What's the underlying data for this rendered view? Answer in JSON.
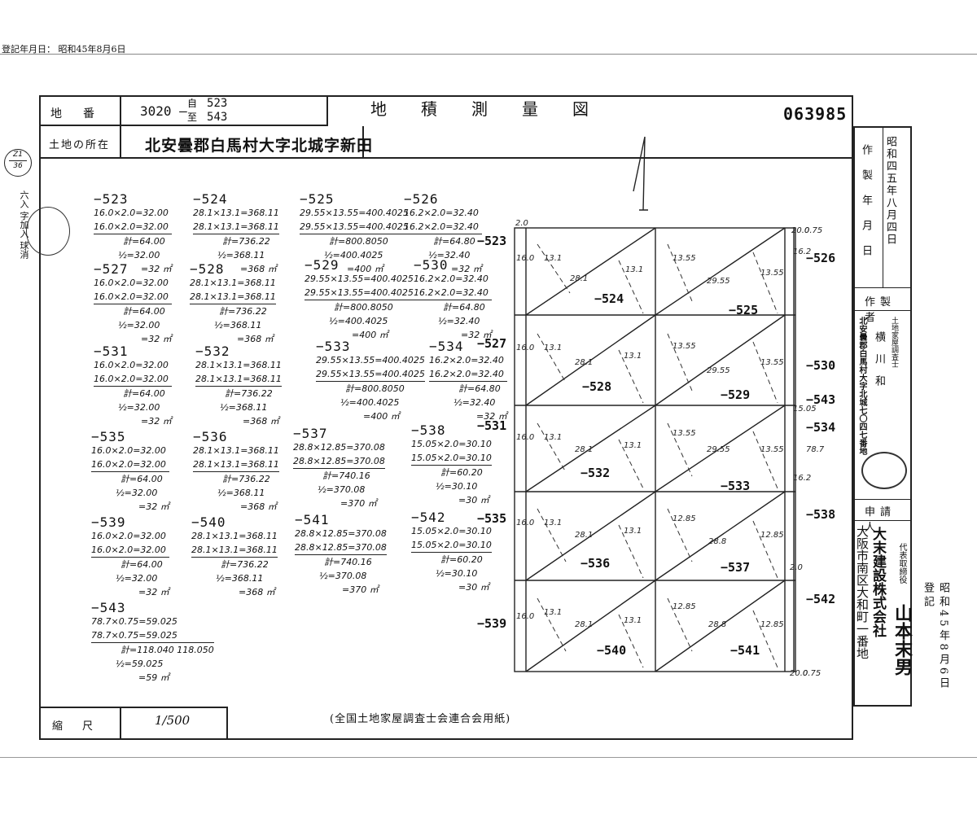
{
  "registration_date_line": "登記年月日： 昭和45年8月6日",
  "header": {
    "parcel_label": "地番",
    "parcel_base": "3020 —",
    "from_mark": "自",
    "from_no": "523",
    "to_mark": "至",
    "to_no": "543",
    "title": "地積測量図",
    "doc_number": "063985"
  },
  "location": {
    "label": "土地の所在",
    "value": "北安曇郡白馬村大字北城字新田"
  },
  "left_margin": {
    "circle_ref_top": "Z1",
    "circle_ref_bottom": "36",
    "stamp_text": "六入 字加入 球消"
  },
  "right_panel": {
    "date_value": "昭和四五年八月四日",
    "date_label": "作製年月日",
    "creator_label": "作製者",
    "creator_address": "北安曇郡白馬村大字北城七〇四七番地",
    "creator_title": "土地家屋調査士",
    "creator_name": "横川和",
    "applicant_label": "申請人",
    "applicant_address": "大阪市南区大和町一番地",
    "applicant_company": "大末建設株式会社",
    "applicant_role": "代表取締役",
    "applicant_name": "山本末男",
    "registration_stamp": "昭和45年8月6日登記"
  },
  "calculations": [
    {
      "id": "−523",
      "lines": [
        "16.0×2.0=32.00",
        "16.0×2.0=32.00",
        "計=64.00",
        "½=32.00",
        "=32 ㎡"
      ]
    },
    {
      "id": "−524",
      "lines": [
        "28.1×13.1=368.11",
        "28.1×13.1=368.11",
        "計=736.22",
        "½=368.11",
        "=368 ㎡"
      ]
    },
    {
      "id": "−525",
      "lines": [
        "29.55×13.55=400.4025",
        "29.55×13.55=400.4025",
        "計=800.8050",
        "½=400.4025",
        "=400 ㎡"
      ]
    },
    {
      "id": "−526",
      "lines": [
        "16.2×2.0=32.40",
        "16.2×2.0=32.40",
        "計=64.80",
        "½=32.40",
        "=32 ㎡"
      ]
    },
    {
      "id": "−527",
      "lines": [
        "16.0×2.0=32.00",
        "16.0×2.0=32.00",
        "計=64.00",
        "½=32.00",
        "=32 ㎡"
      ]
    },
    {
      "id": "−528",
      "lines": [
        "28.1×13.1=368.11",
        "28.1×13.1=368.11",
        "計=736.22",
        "½=368.11",
        "=368 ㎡"
      ]
    },
    {
      "id": "−529",
      "lines": [
        "29.55×13.55=400.4025",
        "29.55×13.55=400.4025",
        "計=800.8050",
        "½=400.4025",
        "=400 ㎡"
      ]
    },
    {
      "id": "−530",
      "lines": [
        "16.2×2.0=32.40",
        "16.2×2.0=32.40",
        "計=64.80",
        "½=32.40",
        "=32 ㎡"
      ]
    },
    {
      "id": "−531",
      "lines": [
        "16.0×2.0=32.00",
        "16.0×2.0=32.00",
        "計=64.00",
        "½=32.00",
        "=32 ㎡"
      ]
    },
    {
      "id": "−532",
      "lines": [
        "28.1×13.1=368.11",
        "28.1×13.1=368.11",
        "計=736.22",
        "½=368.11",
        "=368 ㎡"
      ]
    },
    {
      "id": "−533",
      "lines": [
        "29.55×13.55=400.4025",
        "29.55×13.55=400.4025",
        "計=800.8050",
        "½=400.4025",
        "=400 ㎡"
      ]
    },
    {
      "id": "−534",
      "lines": [
        "16.2×2.0=32.40",
        "16.2×2.0=32.40",
        "計=64.80",
        "½=32.40",
        "=32 ㎡"
      ]
    },
    {
      "id": "−535",
      "lines": [
        "16.0×2.0=32.00",
        "16.0×2.0=32.00",
        "計=64.00",
        "½=32.00",
        "=32 ㎡"
      ]
    },
    {
      "id": "−536",
      "lines": [
        "28.1×13.1=368.11",
        "28.1×13.1=368.11",
        "計=736.22",
        "½=368.11",
        "=368 ㎡"
      ]
    },
    {
      "id": "−537",
      "lines": [
        "28.8×12.85=370.08",
        "28.8×12.85=370.08",
        "計=740.16",
        "½=370.08",
        "=370 ㎡"
      ]
    },
    {
      "id": "−538",
      "lines": [
        "15.05×2.0=30.10",
        "15.05×2.0=30.10",
        "計=60.20",
        "½=30.10",
        "=30 ㎡"
      ]
    },
    {
      "id": "−539",
      "lines": [
        "16.0×2.0=32.00",
        "16.0×2.0=32.00",
        "計=64.00",
        "½=32.00",
        "=32 ㎡"
      ]
    },
    {
      "id": "−540",
      "lines": [
        "28.1×13.1=368.11",
        "28.1×13.1=368.11",
        "計=736.22",
        "½=368.11",
        "=368 ㎡"
      ]
    },
    {
      "id": "−541",
      "lines": [
        "28.8×12.85=370.08",
        "28.8×12.85=370.08",
        "計=740.16",
        "½=370.08",
        "=370 ㎡"
      ]
    },
    {
      "id": "−542",
      "lines": [
        "15.05×2.0=30.10",
        "15.05×2.0=30.10",
        "計=60.20",
        "½=30.10",
        "=30 ㎡"
      ]
    },
    {
      "id": "−543",
      "lines": [
        "78.7×0.75=59.025",
        "78.7×0.75=59.025",
        "計=118.040 118.050",
        "½=59.025",
        "=59 ㎡"
      ]
    }
  ],
  "plan": {
    "parcel_labels": [
      "−524",
      "−525",
      "−528",
      "−529",
      "−532",
      "−533",
      "−536",
      "−537",
      "−540",
      "−541"
    ],
    "edge_labels": [
      "−523",
      "−527",
      "−531",
      "−535",
      "−539",
      "−526",
      "−530",
      "−543",
      "−534",
      "−538",
      "−542"
    ],
    "dimensions": [
      "2.0",
      "20.0",
      "0.75",
      "16.0",
      "13.1",
      "28.1",
      "13.55",
      "29.55",
      "12.85",
      "28.8",
      "16.2",
      "15.05",
      "78.7"
    ]
  },
  "scale": {
    "label": "縮尺",
    "value": "1/500"
  },
  "footer_note": "(全国土地家屋調査士会連合会用紙)"
}
